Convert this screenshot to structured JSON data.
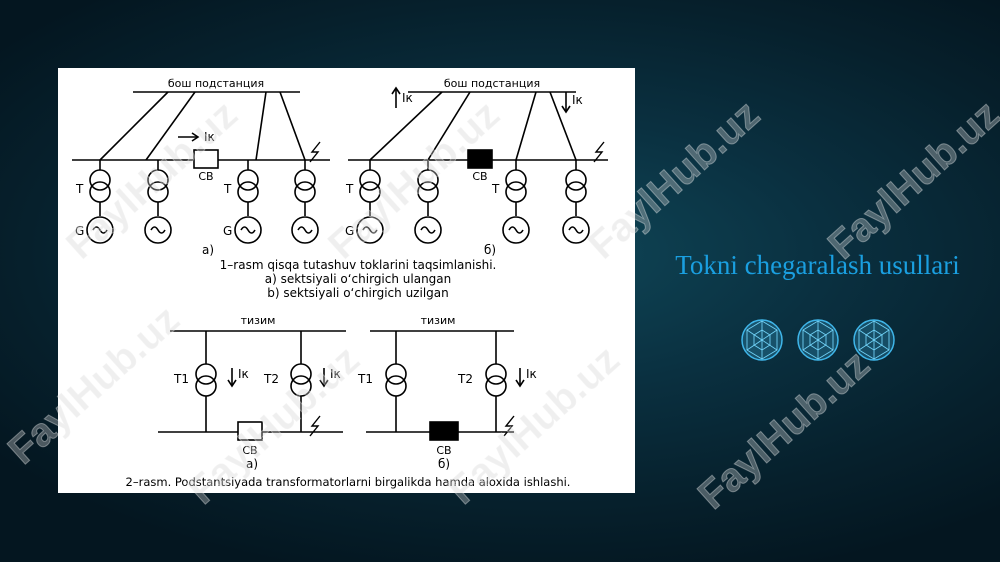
{
  "slide": {
    "title": "Tokni chegaralash usullari"
  },
  "figure1": {
    "bus_label_a": "бош подстанция",
    "bus_label_b": "бош подстанция",
    "current_label": "Iк",
    "switch_label": "СВ",
    "transformer_label": "Т",
    "generator_label": "G",
    "variant_a": "а)",
    "variant_b": "б)",
    "caption_line1": "1–rasm qisqa tutashuv toklarini taqsimlanishi.",
    "caption_line2": "a) sektsiyali o‘chirgich ulangan",
    "caption_line3": "b) sektsiyali o‘chirgich uzilgan"
  },
  "figure2": {
    "bus_label": "тизим",
    "t1_label": "Т1",
    "t2_label": "Т2",
    "current_label": "Iк",
    "switch_label": "СВ",
    "variant_a": "а)",
    "variant_b": "б)",
    "caption": "2–rasm. Podstantsiyada transformatorlarni birgalikda  hamda  aloxida ishlashi."
  },
  "watermark_text": "FaylHub.uz",
  "colors": {
    "title": "#1a9fe0",
    "orb": "#3fb6ea",
    "background": "#0a3040"
  }
}
